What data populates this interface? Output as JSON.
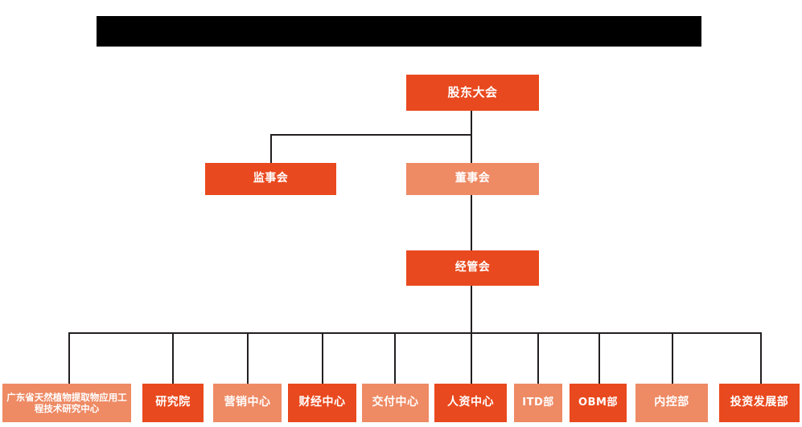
{
  "page": {
    "title_bar": {
      "name": "redacted-title-bar",
      "text": "",
      "color": "#000000"
    },
    "background_color": "#ffffff"
  },
  "palette": {
    "dark_orange": "#E9491E",
    "light_orange": "#EE8A64",
    "connector": "#231F20",
    "text": "#FFFFFF"
  },
  "org_chart": {
    "type": "hierarchy",
    "levels": [
      {
        "level": 1,
        "nodes": [
          {
            "id": "shareholders-meeting",
            "label": "股东大会",
            "tone": "dark"
          }
        ]
      },
      {
        "level": 2,
        "nodes": [
          {
            "id": "board-of-supervisors",
            "label": "监事会",
            "tone": "dark"
          },
          {
            "id": "board-of-directors",
            "label": "董事会",
            "tone": "light"
          }
        ]
      },
      {
        "level": 3,
        "nodes": [
          {
            "id": "management-committee",
            "label": "经管会",
            "tone": "dark"
          }
        ]
      },
      {
        "level": 4,
        "nodes": [
          {
            "id": "engineering-research-center",
            "label": "广东省天然植物提取物应用工程技术研究中心",
            "tone": "light"
          },
          {
            "id": "research-institute",
            "label": "研究院",
            "tone": "dark"
          },
          {
            "id": "marketing-center",
            "label": "营销中心",
            "tone": "light"
          },
          {
            "id": "finance-center",
            "label": "财经中心",
            "tone": "dark"
          },
          {
            "id": "delivery-center",
            "label": "交付中心",
            "tone": "light"
          },
          {
            "id": "hr-center",
            "label": "人资中心",
            "tone": "dark"
          },
          {
            "id": "itd-department",
            "label": "ITD部",
            "tone": "light"
          },
          {
            "id": "obm-department",
            "label": "OBM部",
            "tone": "dark"
          },
          {
            "id": "internal-control-department",
            "label": "内控部",
            "tone": "light"
          },
          {
            "id": "investment-development-department",
            "label": "投资发展部",
            "tone": "dark"
          }
        ]
      }
    ],
    "edges": [
      {
        "from": "shareholders-meeting",
        "to": "board-of-supervisors"
      },
      {
        "from": "shareholders-meeting",
        "to": "board-of-directors"
      },
      {
        "from": "board-of-directors",
        "to": "management-committee"
      },
      {
        "from": "management-committee",
        "to": "engineering-research-center"
      },
      {
        "from": "management-committee",
        "to": "research-institute"
      },
      {
        "from": "management-committee",
        "to": "marketing-center"
      },
      {
        "from": "management-committee",
        "to": "finance-center"
      },
      {
        "from": "management-committee",
        "to": "delivery-center"
      },
      {
        "from": "management-committee",
        "to": "hr-center"
      },
      {
        "from": "management-committee",
        "to": "itd-department"
      },
      {
        "from": "management-committee",
        "to": "obm-department"
      },
      {
        "from": "management-committee",
        "to": "internal-control-department"
      },
      {
        "from": "management-committee",
        "to": "investment-development-department"
      }
    ]
  }
}
